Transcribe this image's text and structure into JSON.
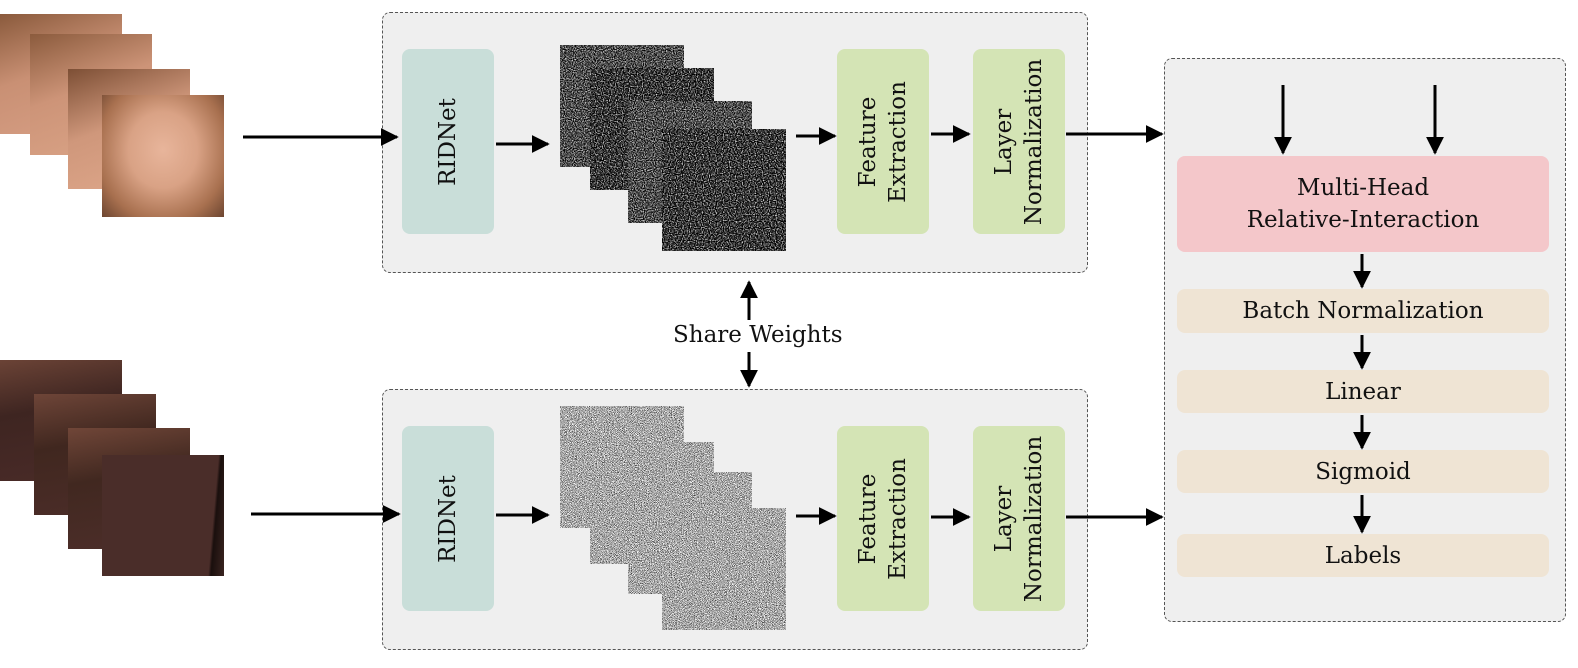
{
  "colors": {
    "panel_bg": "#efefef",
    "ridnet": "#c9ded9",
    "feature": "#d4e4b5",
    "attention": "#f4c7ca",
    "head_layers": "#efe4d4"
  },
  "top_branch": {
    "ridnet_label": "RIDNet",
    "feature_label_line1": "Feature",
    "feature_label_line2": "Extraction",
    "norm_label_line1": "Layer",
    "norm_label_line2": "Normalization"
  },
  "bottom_branch": {
    "ridnet_label": "RIDNet",
    "feature_label_line1": "Feature",
    "feature_label_line2": "Extraction",
    "norm_label_line1": "Layer",
    "norm_label_line2": "Normalization"
  },
  "share_weights": "Share Weights",
  "head": {
    "attention_line1": "Multi-Head",
    "attention_line2": "Relative-Interaction",
    "batch_norm": "Batch Normalization",
    "linear": "Linear",
    "sigmoid": "Sigmoid",
    "labels": "Labels"
  }
}
